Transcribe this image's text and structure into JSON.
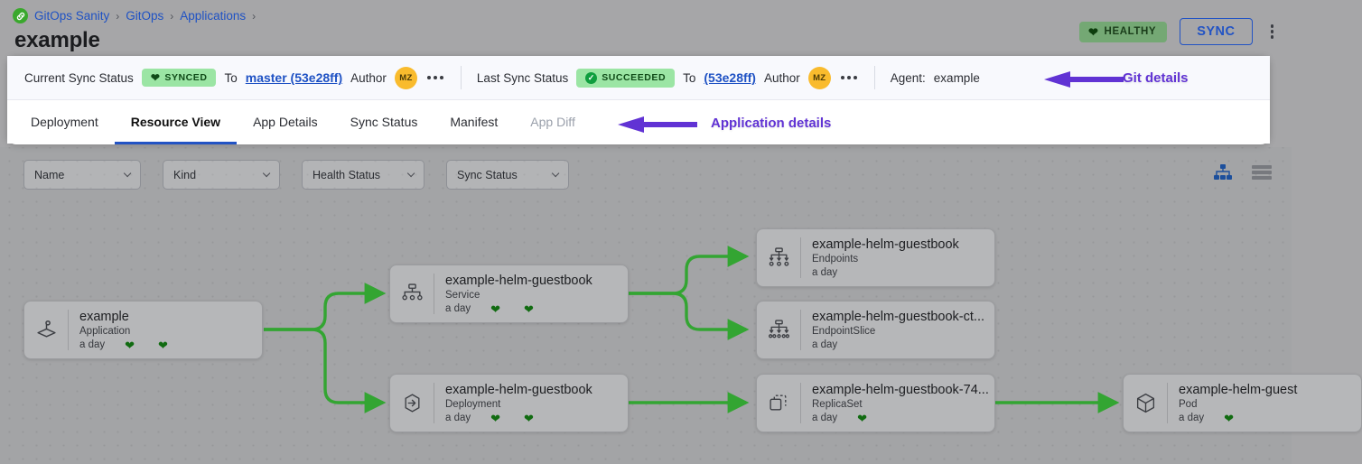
{
  "breadcrumb": {
    "logo_icon": "gitops-logo-icon",
    "items": [
      {
        "label": "GitOps Sanity"
      },
      {
        "label": "GitOps"
      },
      {
        "label": "Applications"
      }
    ],
    "separator": "›"
  },
  "header": {
    "title": "example",
    "health_badge": {
      "label": "HEALTHY",
      "icon": "heart-icon",
      "color": "#74a874"
    },
    "sync_button": {
      "label": "SYNC",
      "color": "#2253c4"
    },
    "overflow_icon": "kebab-menu-icon"
  },
  "sync_bar": {
    "current": {
      "label": "Current Sync Status",
      "status": "SYNCED",
      "status_icon": "heart-icon",
      "to_label": "To",
      "revision": "master (53e28ff)",
      "author_label": "Author",
      "author_initials": "MZ",
      "overflow_icon": "ellipsis-icon"
    },
    "last": {
      "label": "Last Sync Status",
      "status": "SUCCEEDED",
      "status_icon": "check-circle-icon",
      "to_label": "To",
      "revision": "(53e28ff)",
      "author_label": "Author",
      "author_initials": "MZ",
      "overflow_icon": "ellipsis-icon"
    },
    "agent": {
      "label": "Agent:",
      "value": "example"
    }
  },
  "annotations": [
    {
      "text": "Git details",
      "color": "#6133d4",
      "arrow": "left-arrow-icon"
    },
    {
      "text": "Application details",
      "color": "#6133d4",
      "arrow": "left-arrow-icon"
    }
  ],
  "tabs": [
    {
      "label": "Deployment",
      "active": false,
      "disabled": false
    },
    {
      "label": "Resource View",
      "active": true,
      "disabled": false
    },
    {
      "label": "App Details",
      "active": false,
      "disabled": false
    },
    {
      "label": "Sync Status",
      "active": false,
      "disabled": false
    },
    {
      "label": "Manifest",
      "active": false,
      "disabled": false
    },
    {
      "label": "App Diff",
      "active": false,
      "disabled": true
    }
  ],
  "filters": [
    {
      "label": "Name",
      "icon": "chevron-down-icon"
    },
    {
      "label": "Kind",
      "icon": "chevron-down-icon"
    },
    {
      "label": "Health Status",
      "icon": "chevron-down-icon"
    },
    {
      "label": "Sync Status",
      "icon": "chevron-down-icon"
    }
  ],
  "view_toggles": [
    {
      "name": "tree-view-icon",
      "active": true,
      "color": "#1c4f9c"
    },
    {
      "name": "list-view-icon",
      "active": false,
      "color": "#77797e"
    }
  ],
  "graph": {
    "edge_color": "#33a532",
    "nodes": [
      {
        "id": "app",
        "title": "example",
        "kind": "Application",
        "age": "a day",
        "hearts": 2,
        "icon": "application-icon"
      },
      {
        "id": "service",
        "title": "example-helm-guestbook",
        "kind": "Service",
        "age": "a day",
        "hearts": 2,
        "icon": "service-icon"
      },
      {
        "id": "deployment",
        "title": "example-helm-guestbook",
        "kind": "Deployment",
        "age": "a day",
        "hearts": 2,
        "icon": "deployment-icon"
      },
      {
        "id": "endpoints",
        "title": "example-helm-guestbook",
        "kind": "Endpoints",
        "age": "a day",
        "hearts": 0,
        "icon": "endpoints-icon"
      },
      {
        "id": "endpointslice",
        "title": "example-helm-guestbook-ct...",
        "kind": "EndpointSlice",
        "age": "a day",
        "hearts": 0,
        "icon": "endpointslice-icon"
      },
      {
        "id": "replicaset",
        "title": "example-helm-guestbook-74...",
        "kind": "ReplicaSet",
        "age": "a day",
        "hearts": 1,
        "icon": "replicaset-icon"
      },
      {
        "id": "pod",
        "title": "example-helm-guest",
        "kind": "Pod",
        "age": "a day",
        "hearts": 1,
        "icon": "pod-icon"
      }
    ]
  }
}
